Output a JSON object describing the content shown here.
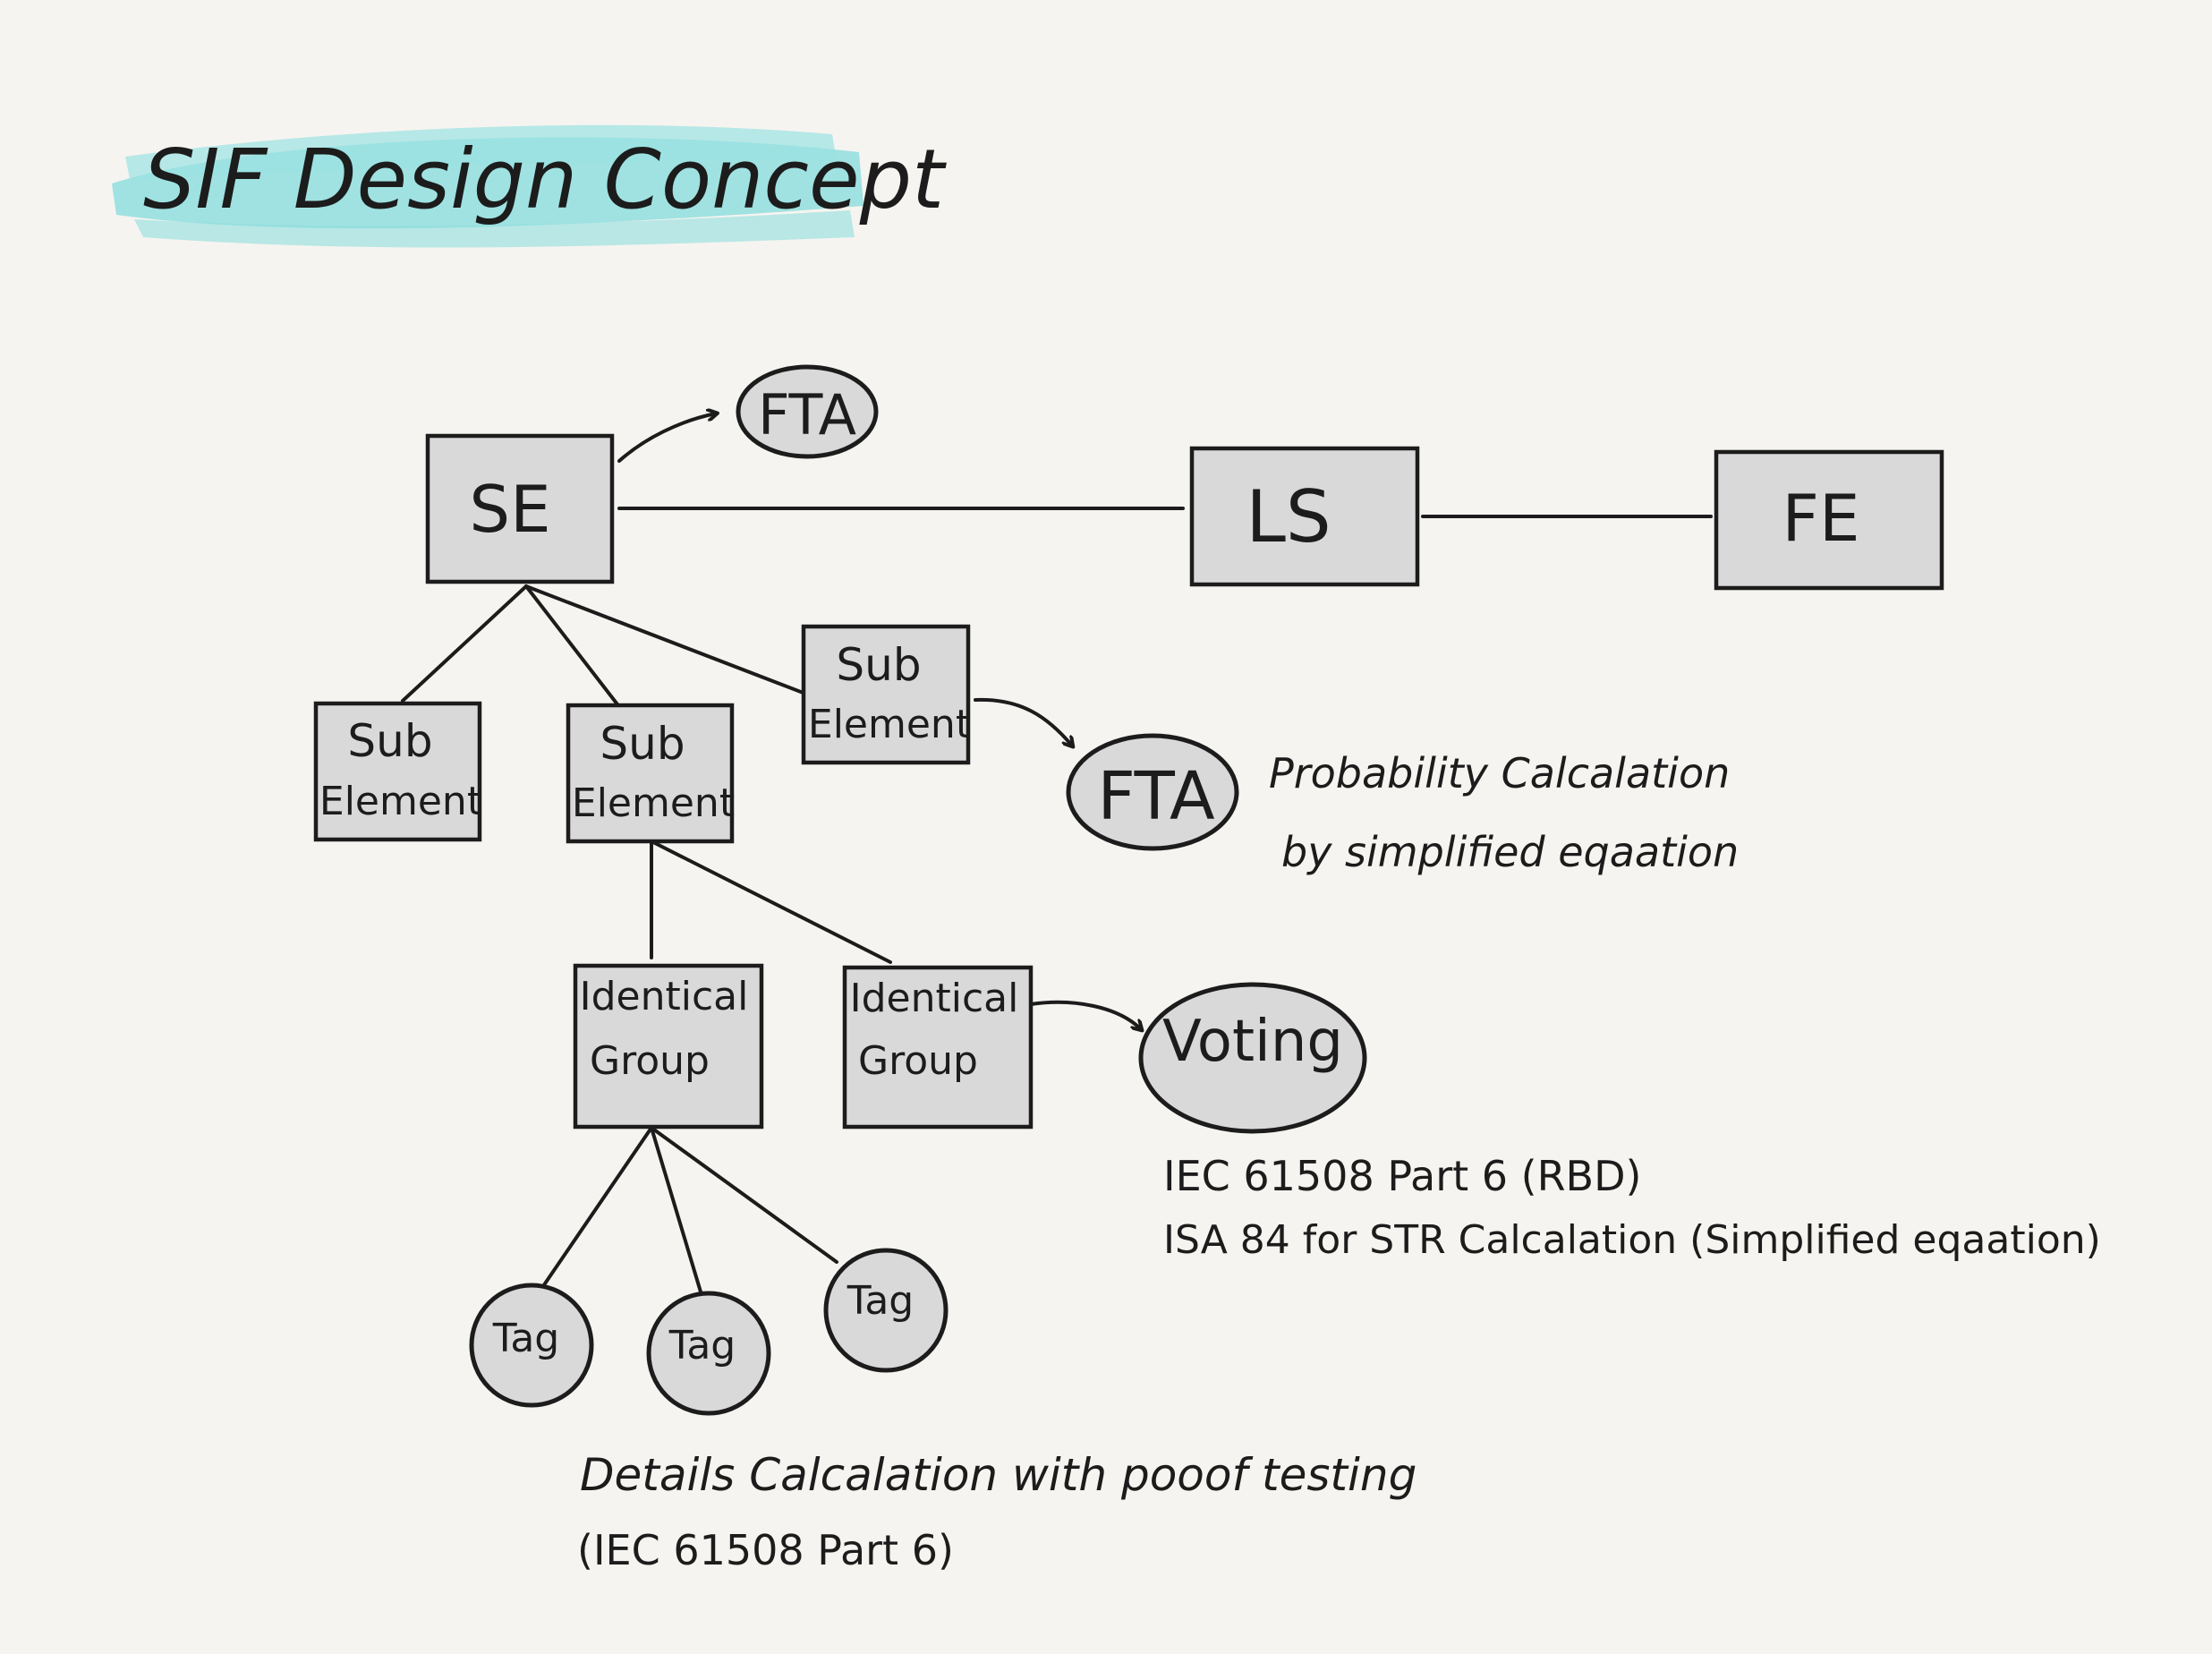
{
  "title": {
    "text": "SIF Design Concept",
    "highlight_color": "#8fdede"
  },
  "nodes": {
    "se": "SE",
    "ls": "LS",
    "fe": "FE",
    "fta_top": "FTA",
    "sub_element_1": [
      "Sub",
      "Element"
    ],
    "sub_element_2": [
      "Sub",
      "Element"
    ],
    "sub_element_3": [
      "Sub",
      "Element"
    ],
    "fta_mid": "FTA",
    "identical_group_1": [
      "Identical",
      "Group"
    ],
    "identical_group_2": [
      "Identical",
      "Group"
    ],
    "voting": "Voting",
    "tag_1": "Tag",
    "tag_2": "Tag",
    "tag_3": "Tag"
  },
  "notes": {
    "fta": [
      "Probability Calcalation",
      "by simplified eqaation"
    ],
    "voting": [
      "IEC 61508 Part 6 (RBD)",
      "ISA 84 for STR Calcalation (Simplified eqaation)"
    ],
    "tags": [
      "Details Calcalation with pooof testing",
      "(IEC 61508 Part 6)"
    ]
  },
  "colors": {
    "node_fill": "#d9d9d9",
    "ink": "#1c1c1c",
    "background": "#f6f4f0"
  }
}
